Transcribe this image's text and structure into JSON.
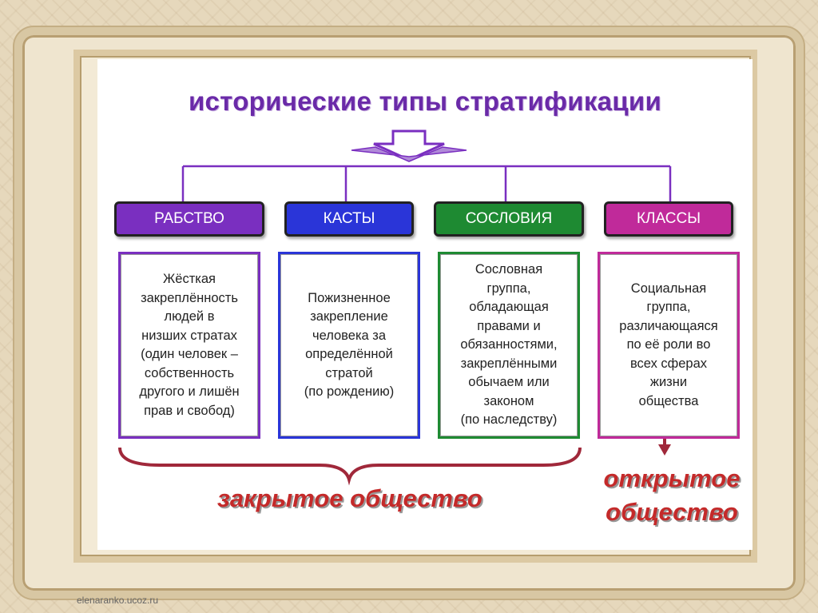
{
  "title": "исторические типы стратификации",
  "types": [
    {
      "label": "РАБСТВО",
      "color": "#7a2fc0",
      "desc": [
        "Жёсткая",
        "закреплённость",
        "людей в",
        "низших стратах",
        "(один человек –",
        "собственность",
        "другого и лишён",
        "прав и свобод)"
      ]
    },
    {
      "label": "КАСТЫ",
      "color": "#2a35d8",
      "desc": [
        "Пожизненное",
        "закрепление",
        "человека за",
        "определённой",
        "стратой",
        "(по рождению)"
      ]
    },
    {
      "label": "СОСЛОВИЯ",
      "color": "#1e8a32",
      "desc": [
        "Сословная",
        "группа,",
        "обладающая",
        "правами и",
        "обязанностями,",
        "закреплёнными",
        "обычаем или",
        "законом",
        " (по наследству)"
      ]
    },
    {
      "label": "КЛАССЫ",
      "color": "#c02a9a",
      "desc": [
        "Социальная",
        "группа,",
        "различающаяся",
        "по её роли во",
        "всех сферах",
        "жизни",
        "общества"
      ]
    }
  ],
  "closed_label": "закрытое общество",
  "open_label": [
    "открытое",
    "общество"
  ],
  "watermark": "elenaranko.ucoz.ru",
  "colors": {
    "title": "#6a2aa8",
    "accent_red": "#c42a2a",
    "line": "#7a2fc0"
  }
}
